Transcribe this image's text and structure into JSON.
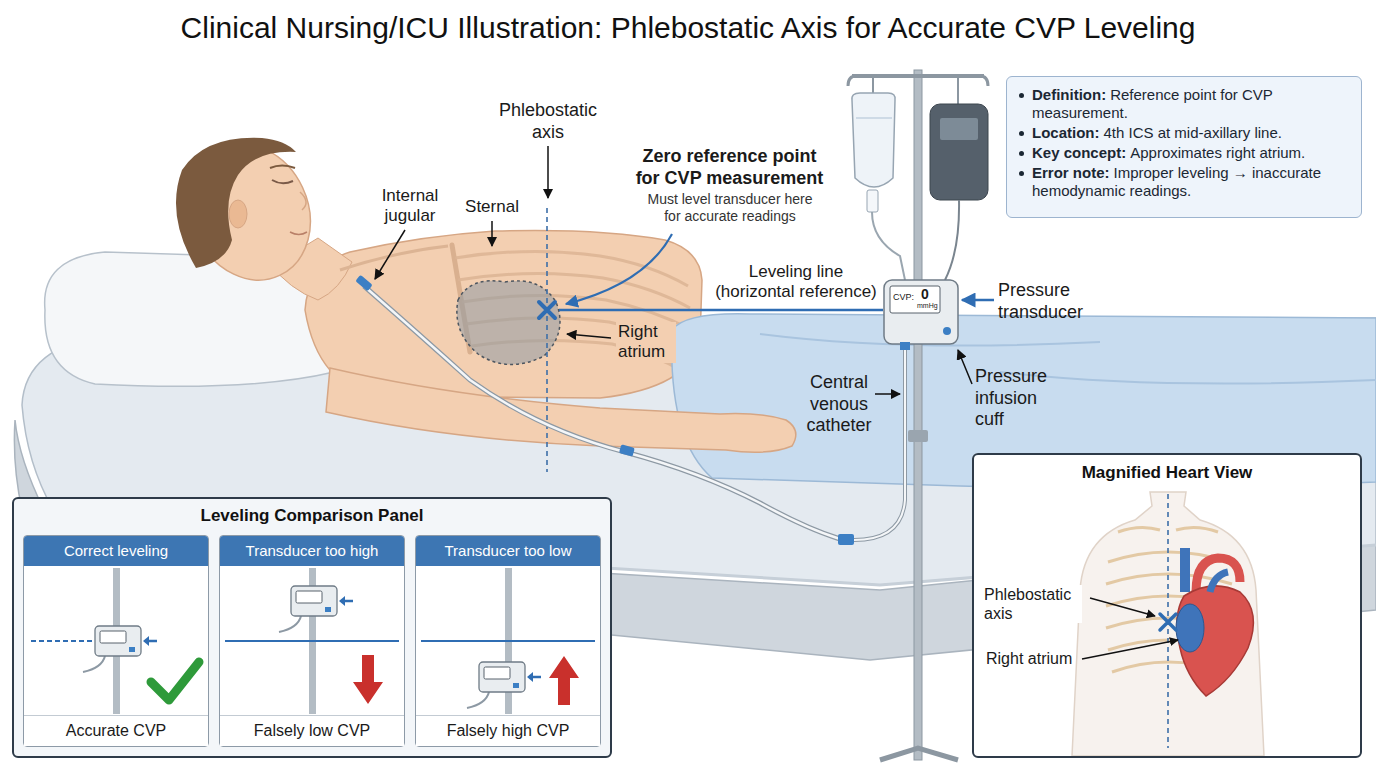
{
  "diagram": {
    "title": "Clinical Nursing/ICU Illustration: Phlebostatic Axis for Accurate CVP Leveling",
    "nodes": [
      {
        "text": [
          "Definition:",
          "Reference point for CVP measurement.",
          "Location:",
          "4th ICS at mid-axillary line.",
          "Key concept:",
          "Approximates right atrium.",
          "Error note:",
          "Improper leveling → inaccurate hemodynamic readings."
        ]
      },
      {
        "text": [
          "Leveling Comparison Panel"
        ]
      },
      {
        "text": [
          "Correct leveling",
          "Accurate CVP"
        ],
        "in": 1
      },
      {
        "text": [
          "Transducer too high",
          "Falsely low CVP"
        ],
        "in": 1
      },
      {
        "text": [
          "Transducer too low",
          "Falsely high CVP"
        ],
        "in": 1
      },
      {
        "text": [
          "Magnified Heart View",
          "Phlebostatic axis",
          "Right atrium"
        ]
      }
    ],
    "labels": [
      "Phlebostatic axis",
      "Zero reference point for CVP measurement",
      "Must level transducer here for accurate readings",
      "Internal jugular",
      "Sternal",
      "Right atrium",
      "Leveling line (horizontal reference)",
      "Pressure transducer",
      "Pressure infusion cuff",
      "Central venous catheter",
      "CVP:",
      "0",
      "mmHg"
    ]
  }
}
